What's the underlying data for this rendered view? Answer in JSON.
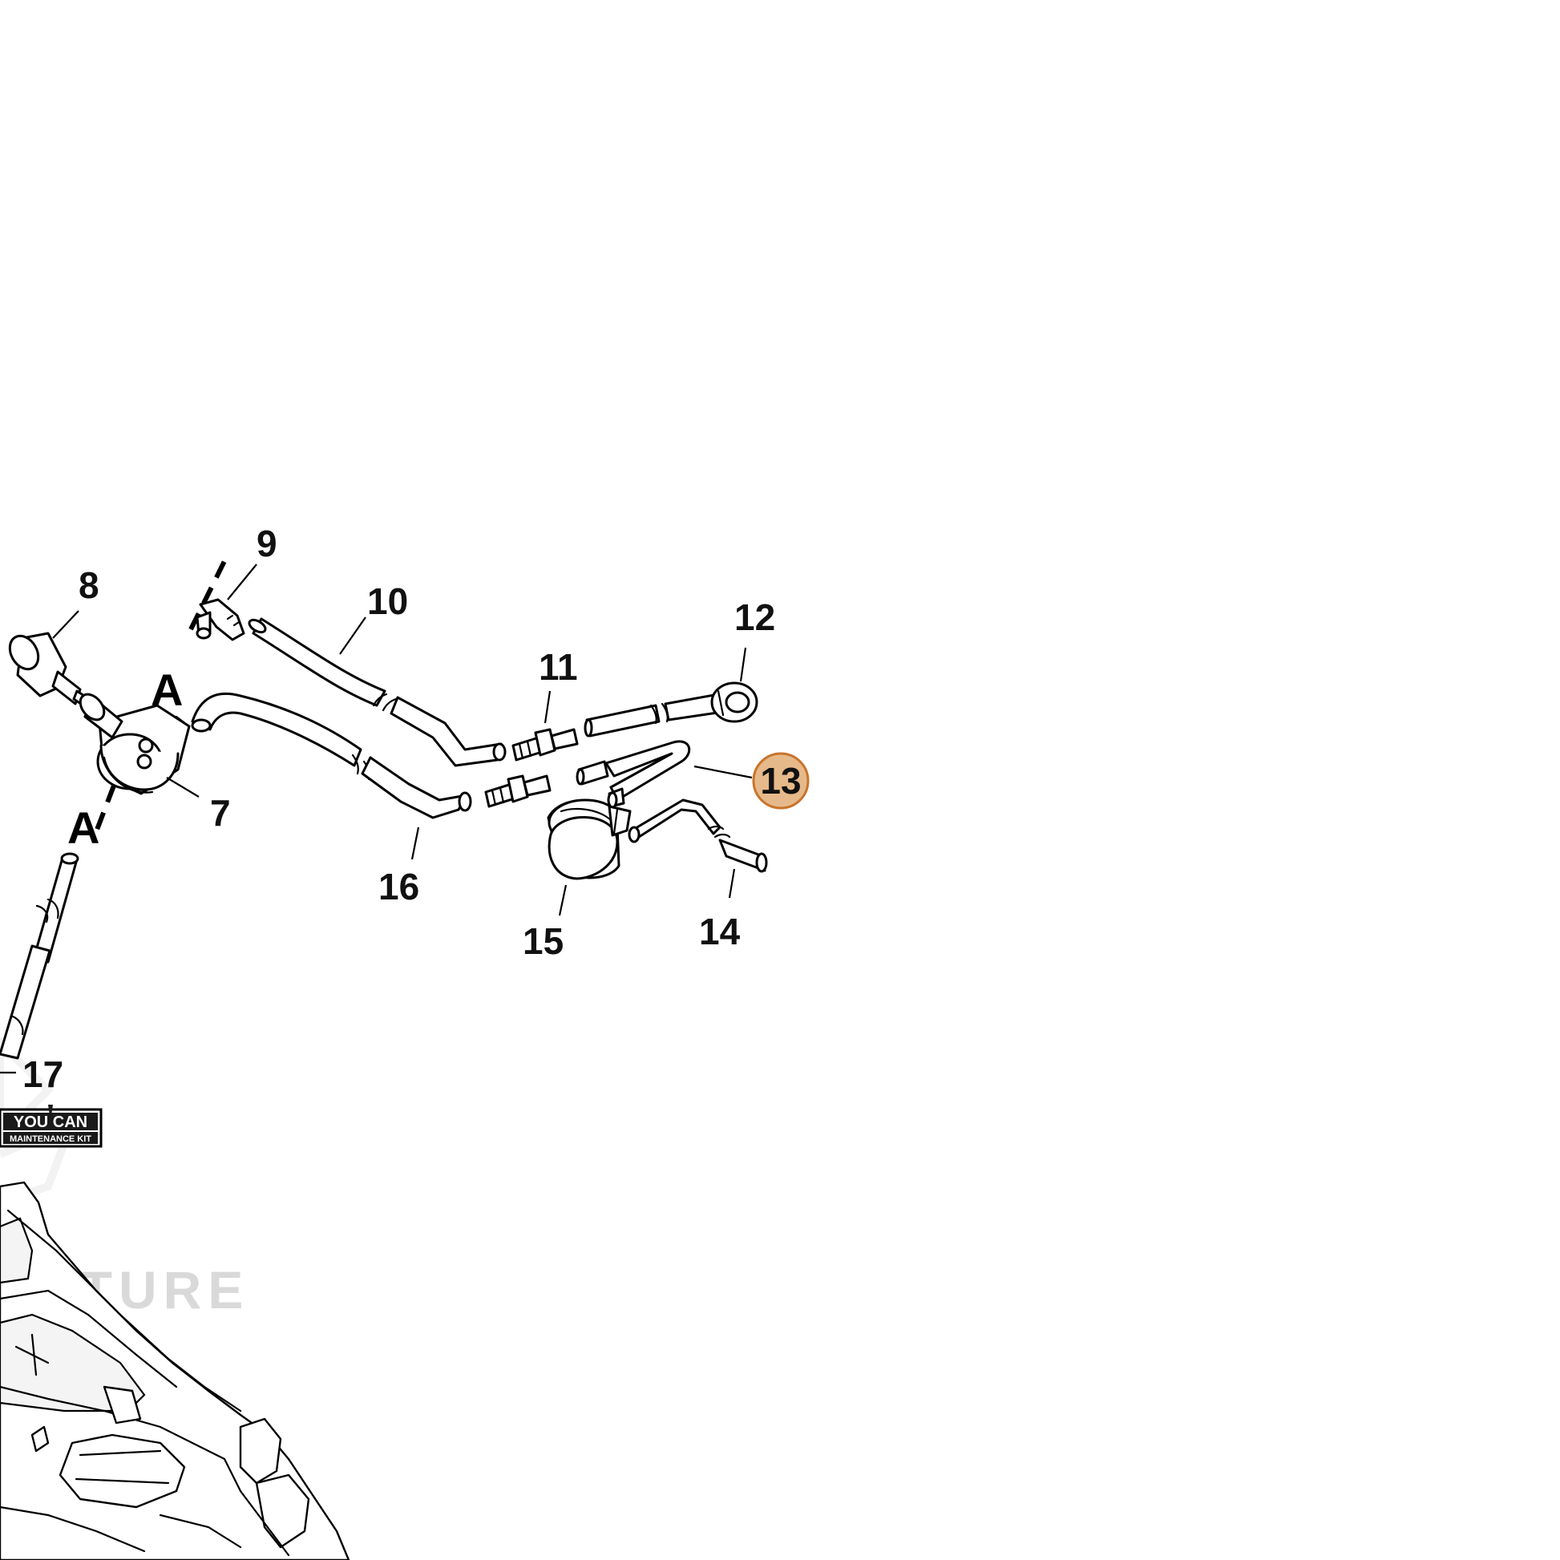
{
  "callouts": {
    "c7": "7",
    "c8": "8",
    "c9": "9",
    "c10": "10",
    "c11": "11",
    "c12": "12",
    "c13": "13",
    "c14": "14",
    "c15": "15",
    "c16": "16",
    "c17": "17"
  },
  "references": {
    "upper": "A",
    "lower": "A"
  },
  "highlight": {
    "part": "13",
    "fill_color": "#e6b98a",
    "border_color": "#c8742c",
    "text_color": "#6b3a10"
  },
  "logo": {
    "line1": "YOU CAN",
    "line2": "MAINTENANCE KIT"
  },
  "watermark": {
    "text": "ENTURE"
  }
}
